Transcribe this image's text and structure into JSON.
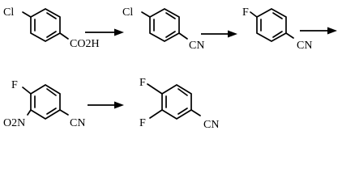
{
  "colors": {
    "ink": "#000000",
    "background": "#ffffff"
  },
  "scheme": {
    "row1": {
      "compound1": {
        "top_substituent": "Cl",
        "bottom_substituent": "CO2H"
      },
      "compound2": {
        "top_substituent": "Cl",
        "bottom_substituent": "CN"
      },
      "compound3": {
        "top_substituent": "F",
        "bottom_substituent": "CN"
      }
    },
    "row2": {
      "compound4": {
        "top_substituent": "F",
        "side_substituent": "O2N",
        "bottom_substituent": "CN"
      },
      "compound5": {
        "top_substituent": "F",
        "side_substituent": "F",
        "bottom_substituent": "CN"
      }
    }
  }
}
